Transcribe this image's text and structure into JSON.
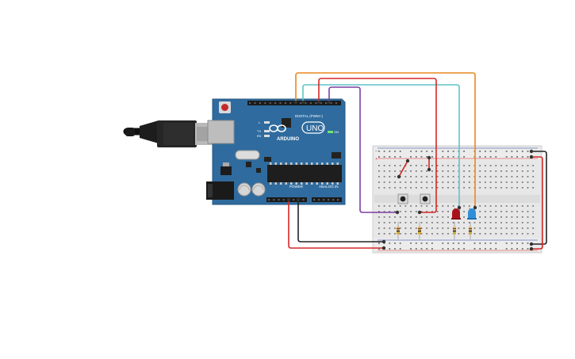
{
  "board": {
    "brand": "ARDUINO",
    "model": "UNO",
    "digital_header": "DIGITAL (PWM~)",
    "power_header": "POWER",
    "analog_header": "ANALOG IN",
    "on_label": "ON",
    "led_labels": [
      "L",
      "TX",
      "RX"
    ]
  },
  "breadboard": {
    "plus_sign": "+",
    "minus_sign": "−"
  },
  "colors": {
    "board": "#2f6b9e",
    "wire_orange": "#e8891e",
    "wire_cyan": "#5ec3c8",
    "wire_red": "#d62828",
    "wire_purple": "#7b3fa0",
    "wire_black": "#222222",
    "led_red": "#a8131a",
    "led_blue": "#2f8ed8"
  },
  "components": {
    "buttons": 2,
    "resistors": 4,
    "leds": [
      "red",
      "blue"
    ]
  }
}
